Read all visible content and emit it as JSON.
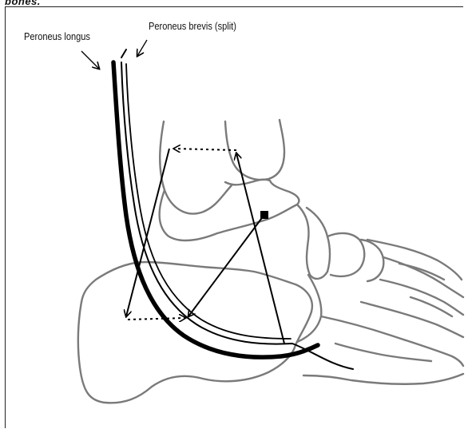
{
  "header": {
    "fragment": "bones."
  },
  "labels": {
    "peroneus_longus": "Peroneus longus",
    "peroneus_brevis": "Peroneus brevis (split)"
  },
  "colors": {
    "bone_outline": "#7a7a7a",
    "tendon": "#000000",
    "arrow": "#000000"
  }
}
